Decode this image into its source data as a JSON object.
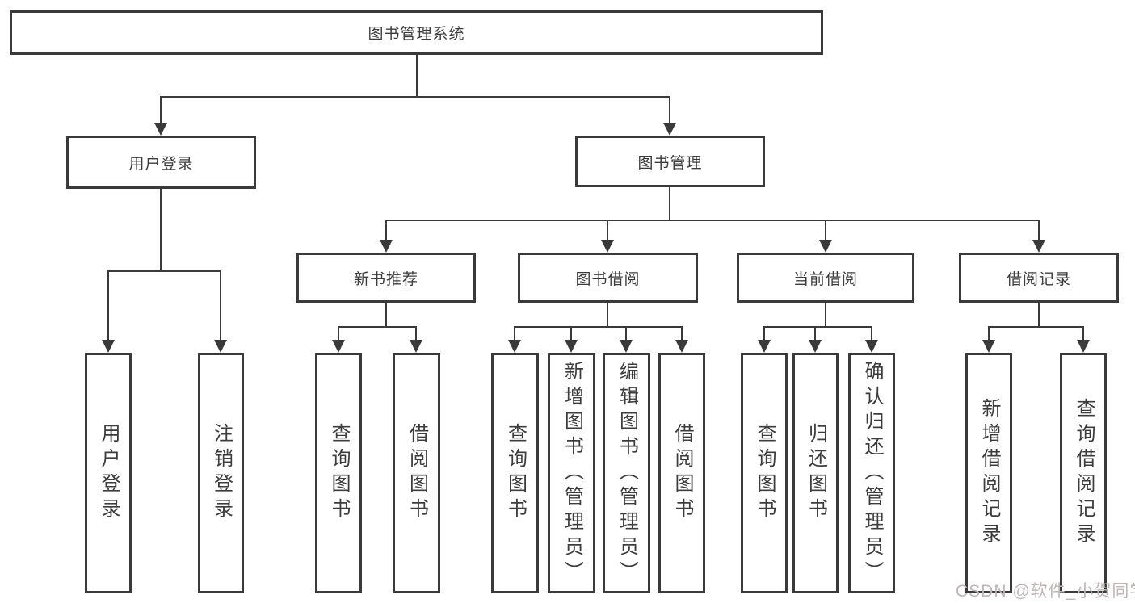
{
  "diagram": {
    "type": "hierarchy-tree",
    "title": "图书管理系统",
    "tree": {
      "label": "图书管理系统",
      "children": [
        {
          "label": "用户登录",
          "children": [
            {
              "label": "用户登录"
            },
            {
              "label": "注销登录"
            }
          ]
        },
        {
          "label": "图书管理",
          "children": [
            {
              "label": "新书推荐",
              "children": [
                {
                  "label": "查询图书"
                },
                {
                  "label": "借阅图书"
                }
              ]
            },
            {
              "label": "图书借阅",
              "children": [
                {
                  "label": "查询图书"
                },
                {
                  "label": "新增图书（管理员）"
                },
                {
                  "label": "编辑图书（管理员）"
                },
                {
                  "label": "借阅图书"
                }
              ]
            },
            {
              "label": "当前借阅",
              "children": [
                {
                  "label": "查询图书"
                },
                {
                  "label": "归还图书"
                },
                {
                  "label": "确认归还（管理员）"
                }
              ]
            },
            {
              "label": "借阅记录",
              "children": [
                {
                  "label": "新增借阅记录"
                },
                {
                  "label": "查询借阅记录"
                }
              ]
            }
          ]
        }
      ]
    }
  },
  "watermark": {
    "text": "CSDN @软件_小贺同学"
  },
  "colors": {
    "background": "#ffffff",
    "line": "#3a3a3a",
    "box_border": "#3a3a3a",
    "text": "#3c3c3c",
    "watermark": "#beb6b6"
  }
}
